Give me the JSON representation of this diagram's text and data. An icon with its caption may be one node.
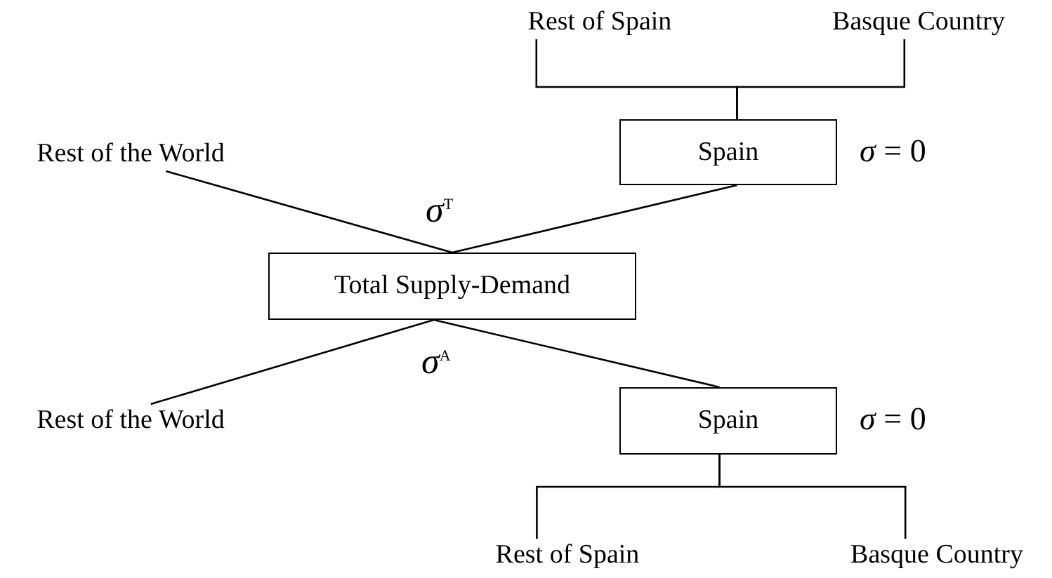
{
  "diagram": {
    "nodes": [
      {
        "text": [
          "Rest of Spain"
        ]
      },
      {
        "text": [
          "Basque Country"
        ]
      },
      {
        "text": [
          "Spain"
        ],
        "beside": [
          "*σ* = 0"
        ]
      },
      {
        "text": [
          "Rest of the World"
        ]
      },
      {
        "text": [
          "Total Supply-Demand"
        ]
      },
      {
        "text": [
          "Rest of the World"
        ]
      },
      {
        "text": [
          "Spain"
        ],
        "beside": [
          "*σ* = 0"
        ]
      },
      {
        "text": [
          "Rest of Spain"
        ]
      },
      {
        "text": [
          "Basque Country"
        ]
      }
    ],
    "edges": [
      {
        "from": 0,
        "to": 2,
        "arrow": "none"
      },
      {
        "from": 1,
        "to": 2,
        "arrow": "none"
      },
      {
        "from": 3,
        "to": 4,
        "arrow": "none"
      },
      {
        "from": 2,
        "to": 4,
        "arrow": "none"
      },
      {
        "from": 4,
        "to": 5,
        "arrow": "none"
      },
      {
        "from": 4,
        "to": 6,
        "arrow": "none"
      },
      {
        "from": 6,
        "to": 7,
        "arrow": "none"
      },
      {
        "from": 6,
        "to": 8,
        "arrow": "none"
      }
    ],
    "labels": [
      "*σ*$^{T}$",
      "*σ*$^{A}$"
    ]
  }
}
